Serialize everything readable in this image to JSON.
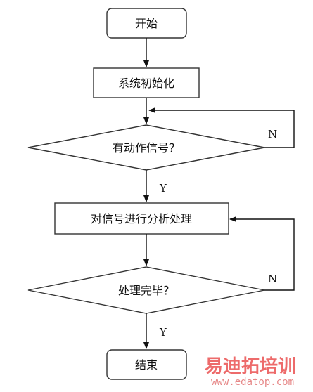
{
  "flowchart": {
    "start": "开始",
    "init": "系统初始化",
    "decision_signal": "有动作信号？",
    "process": "对信号进行分析处理",
    "decision_done": "处理完毕？",
    "end": "结束",
    "edge_labels": {
      "signal_no": "N",
      "signal_yes": "Y",
      "done_no": "N",
      "done_yes": "Y"
    }
  },
  "watermark": {
    "brand": "易迪拓培训",
    "url": "www.edatop.com"
  },
  "colors": {
    "stroke": "#222222",
    "box_fill": "#ffffff",
    "watermark": "#e83a3a"
  }
}
